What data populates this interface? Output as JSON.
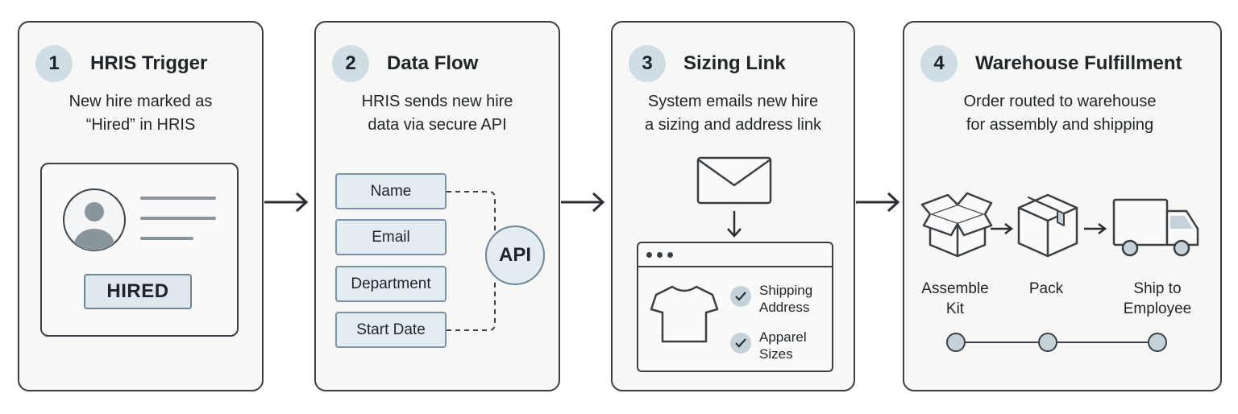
{
  "steps": [
    {
      "number": "1",
      "title": "HRIS Trigger",
      "desc_line1": "New hire marked as",
      "desc_line2": "“Hired” in HRIS",
      "badge": "HIRED",
      "icons": [
        "avatar-icon"
      ]
    },
    {
      "number": "2",
      "title": "Data Flow",
      "desc_line1": "HRIS sends new hire",
      "desc_line2": "data via secure API",
      "fields": [
        "Name",
        "Email",
        "Department",
        "Start Date"
      ],
      "api_label": "API"
    },
    {
      "number": "3",
      "title": "Sizing Link",
      "desc_line1": "System emails new hire",
      "desc_line2": "a sizing and address link",
      "checklist": [
        {
          "line1": "Shipping",
          "line2": "Address"
        },
        {
          "line1": "Apparel",
          "line2": "Sizes"
        }
      ],
      "icons": [
        "envelope-icon",
        "tshirt-icon",
        "check-icon"
      ]
    },
    {
      "number": "4",
      "title": "Warehouse Fulfillment",
      "desc_line1": "Order routed to warehouse",
      "desc_line2": "for assembly and shipping",
      "stages": [
        {
          "line1": "Assemble",
          "line2": "Kit"
        },
        {
          "line1": "Pack",
          "line2": ""
        },
        {
          "line1": "Ship to",
          "line2": "Employee"
        }
      ],
      "icons": [
        "open-box-icon",
        "taped-box-icon",
        "truck-icon"
      ]
    }
  ],
  "colors": {
    "outline": "#3a3f44",
    "accent_light": "#cfdde5",
    "field_fill": "#e3ecf1",
    "panel_bg": "#f7f7f6"
  }
}
